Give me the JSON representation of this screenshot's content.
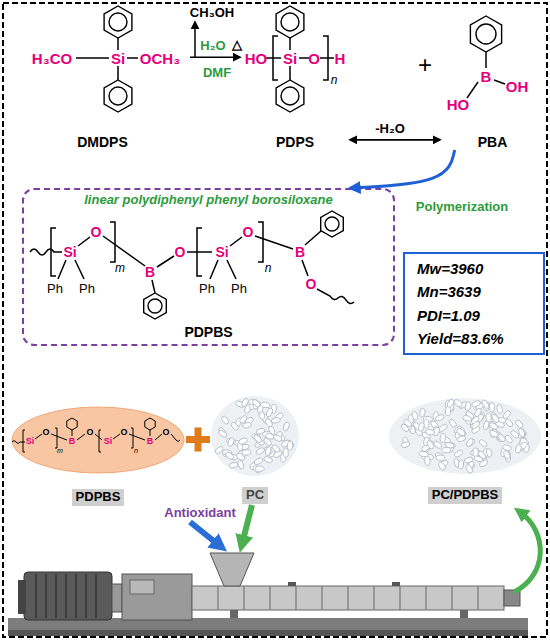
{
  "diagram": {
    "nodes": [
      {
        "text": [
          "DMDPS"
        ]
      },
      {
        "text": [
          "PDPS"
        ]
      },
      {
        "text": [
          "PBA"
        ]
      },
      {
        "text": [
          "linear polydiphenyl phenyl borosiloxane",
          "PDPBS"
        ]
      },
      {
        "text": [
          "Mw=3960",
          "Mn=3639",
          "PDI=1.09",
          "Yield=83.6%"
        ]
      },
      {
        "text": [
          "PDPBS"
        ]
      },
      {
        "text": [
          "PC"
        ]
      },
      {
        "text": [
          "PC/PDPBS"
        ]
      }
    ],
    "edges": [
      {
        "from": 0,
        "to": 1,
        "arrow": "to",
        "label": "H₂O"
      },
      {
        "from": 1,
        "to": 2,
        "arrow": "both",
        "label": "-H₂O"
      },
      {
        "from": 2,
        "to": 3,
        "arrow": "to",
        "label": "Polymerization"
      }
    ],
    "labels": [
      "CH₃OH",
      "DMF",
      "△",
      "H₃CO",
      "Si",
      "OCH₃",
      "HO",
      "Si",
      "O",
      "H",
      "n",
      "+",
      "B",
      "OH",
      "HO",
      "Si",
      "O",
      "m",
      "B",
      "O",
      "Si",
      "O",
      "n",
      "B",
      "O",
      "Ph",
      "Ph",
      "Ph",
      "Ph",
      "Si",
      "O",
      "m",
      "B",
      "O",
      "Si",
      "O",
      "n",
      "B",
      "O",
      "Antioxidant"
    ]
  }
}
